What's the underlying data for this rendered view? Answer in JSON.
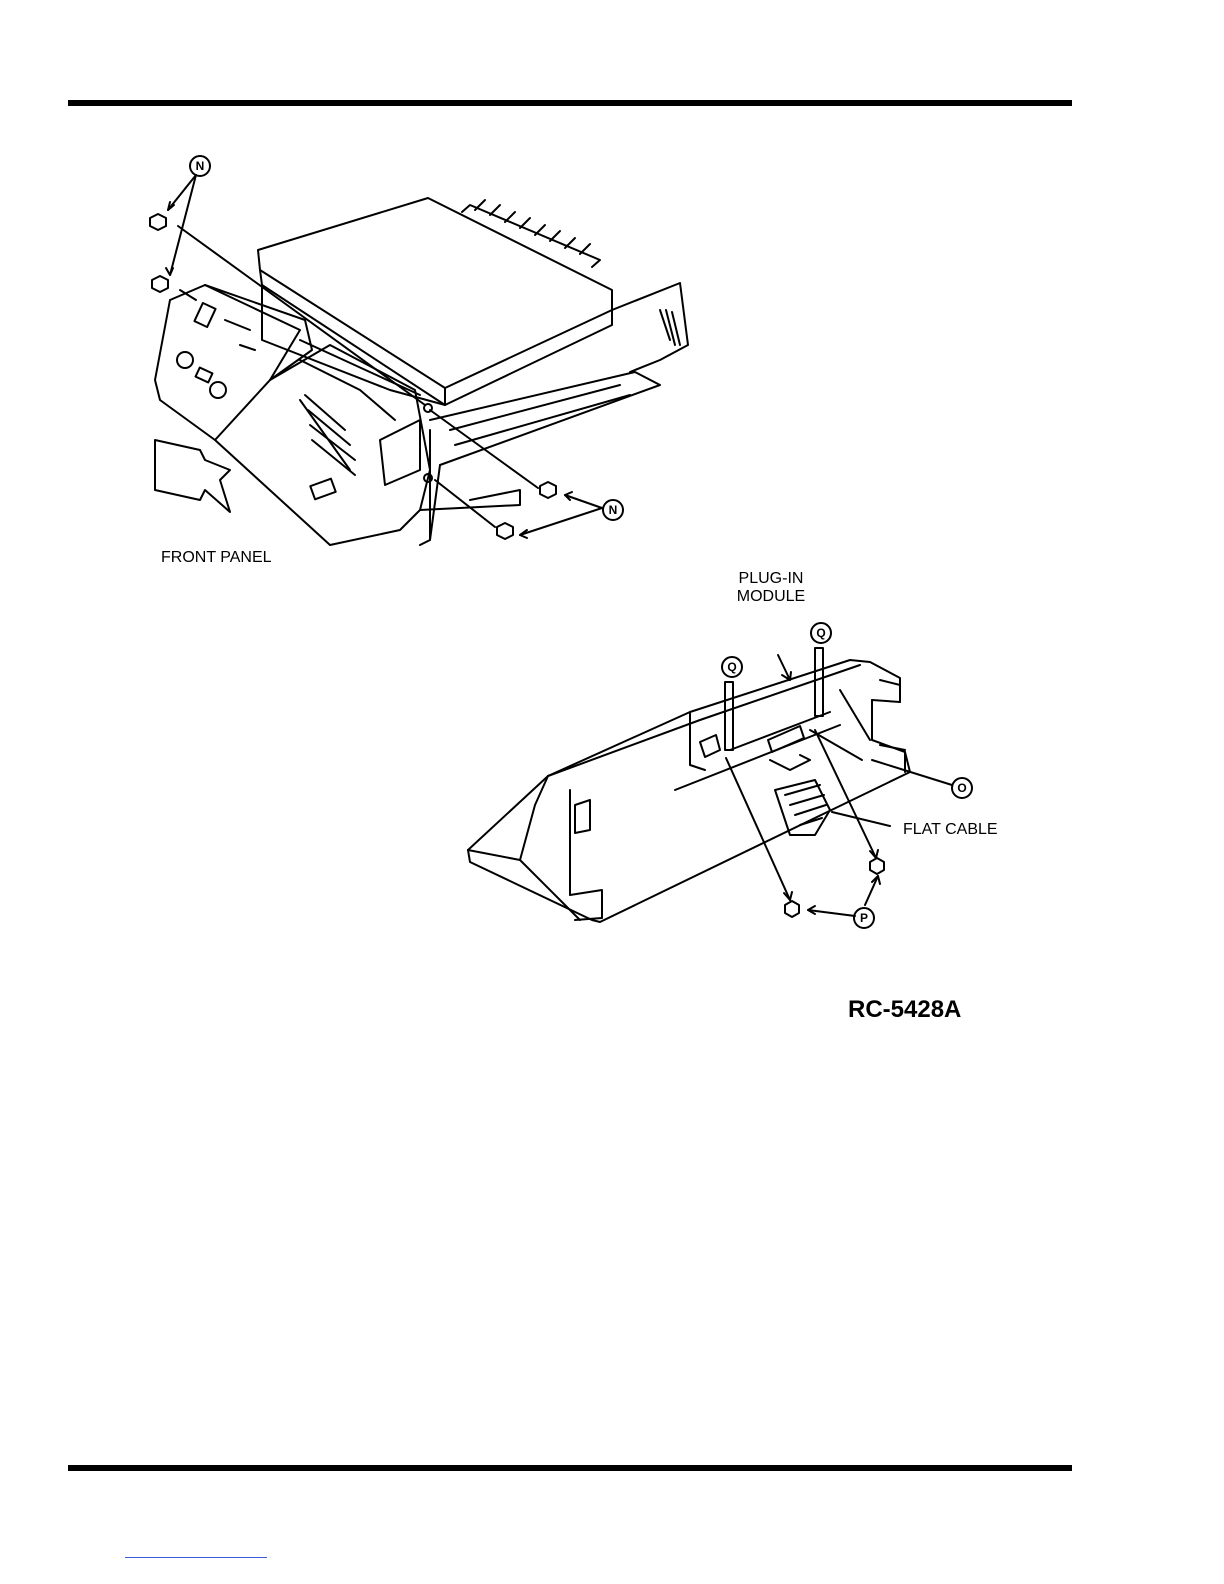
{
  "figure": {
    "id": "RC-5428A",
    "labels": {
      "front_panel": "FRONT PANEL",
      "plug_in_line1": "PLUG-IN",
      "plug_in_line2": "MODULE",
      "flat_cable": "FLAT CABLE"
    },
    "callouts": {
      "n": "N",
      "o": "O",
      "p": "P",
      "q": "Q"
    }
  }
}
